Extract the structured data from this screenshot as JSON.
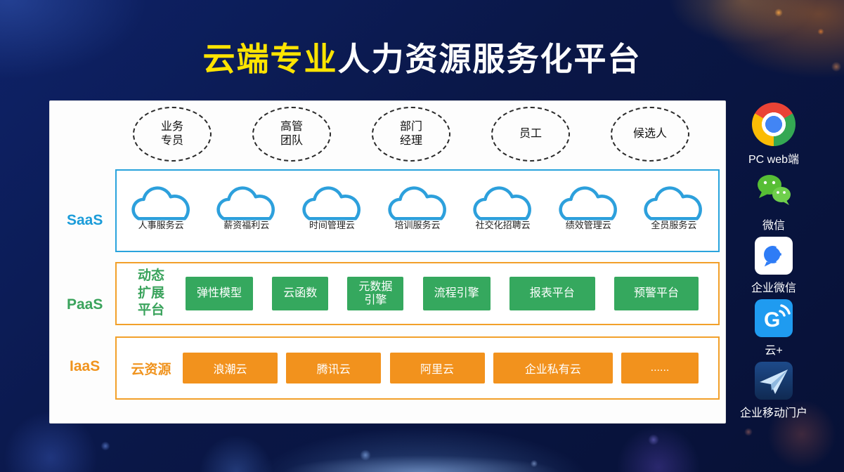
{
  "title": {
    "highlight": "云端专业",
    "rest": "人力资源服务化平台"
  },
  "roles": [
    "业务\n专员",
    "高管\n团队",
    "部门\n经理",
    "员工",
    "候选人"
  ],
  "layers": {
    "saas": {
      "label": "SaaS",
      "clouds": [
        "人事服务云",
        "薪资福利云",
        "时间管理云",
        "培训服务云",
        "社交化招聘云",
        "绩效管理云",
        "全员服务云"
      ]
    },
    "paas": {
      "label": "PaaS",
      "side_label": "动态\n扩展\n平台",
      "items": [
        "弹性模型",
        "云函数",
        "元数据\n引擎",
        "流程引擎",
        "报表平台",
        "预警平台"
      ]
    },
    "iaas": {
      "label": "IaaS",
      "side_label": "云资源",
      "items": [
        "浪潮云",
        "腾讯云",
        "阿里云",
        "企业私有云",
        "......"
      ]
    }
  },
  "channels": [
    {
      "icon": "chrome-icon",
      "label": "PC web端"
    },
    {
      "icon": "wechat-icon",
      "label": "微信"
    },
    {
      "icon": "wechat-work-icon",
      "label": "企业微信"
    },
    {
      "icon": "cloud-plus-icon",
      "label": "云+"
    },
    {
      "icon": "mobile-portal-icon",
      "label": "企业移动门户"
    }
  ],
  "colors": {
    "title_yellow": "#ffe400",
    "saas_blue": "#1b9cd9",
    "paas_green": "#35a85e",
    "iaas_orange": "#f2921d",
    "cloud_outline": "#2da0dc"
  }
}
